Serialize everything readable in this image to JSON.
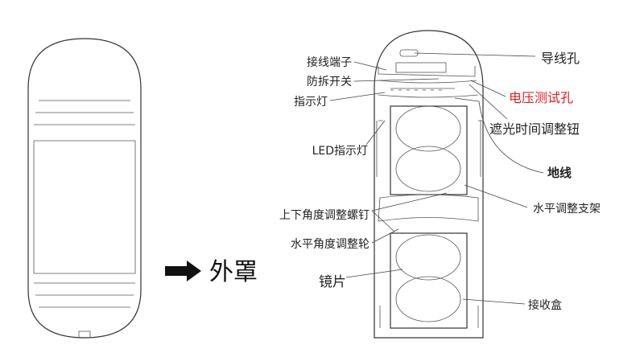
{
  "cover": {
    "arrow_icon": "right-arrow-icon",
    "label": "外罩"
  },
  "labels_left": {
    "terminal": "接线端子",
    "tamper_switch": "防拆开关",
    "indicator": "指示灯",
    "led_indicator": "LED指示灯",
    "vertical_screw": "上下角度调整螺钉",
    "horizontal_wheel": "水平角度调整轮",
    "lens": "镜片"
  },
  "labels_right": {
    "wire_hole": "导线孔",
    "voltage_test_hole": "电压测试孔",
    "shading_time_knob": "遮光时间调整钮",
    "ground_wire": "地线",
    "horizontal_bracket": "水平调整支架",
    "receiver_box": "接收盒"
  },
  "colors": {
    "highlight": "#e02020"
  }
}
